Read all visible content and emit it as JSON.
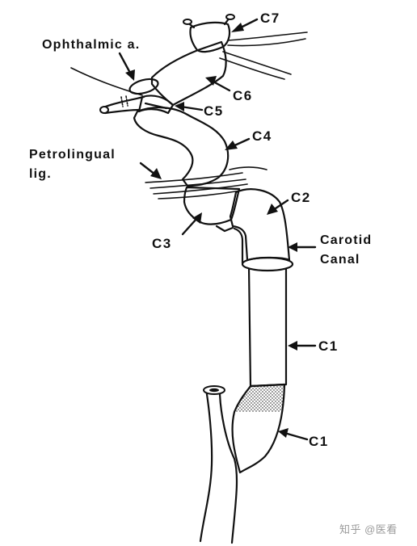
{
  "labels": {
    "c7": "C7",
    "ophthalmic": "Ophthalmic a.",
    "c6": "C6",
    "c5": "C5",
    "c4": "C4",
    "petrolingual_line1": "Petrolingual",
    "petrolingual_line2": "lig.",
    "c2": "C2",
    "c3": "C3",
    "carotid_line1": "Carotid",
    "carotid_line2": "Canal",
    "c1_upper": "C1",
    "c1_lower": "C1"
  },
  "watermark": "知乎 @医看"
}
